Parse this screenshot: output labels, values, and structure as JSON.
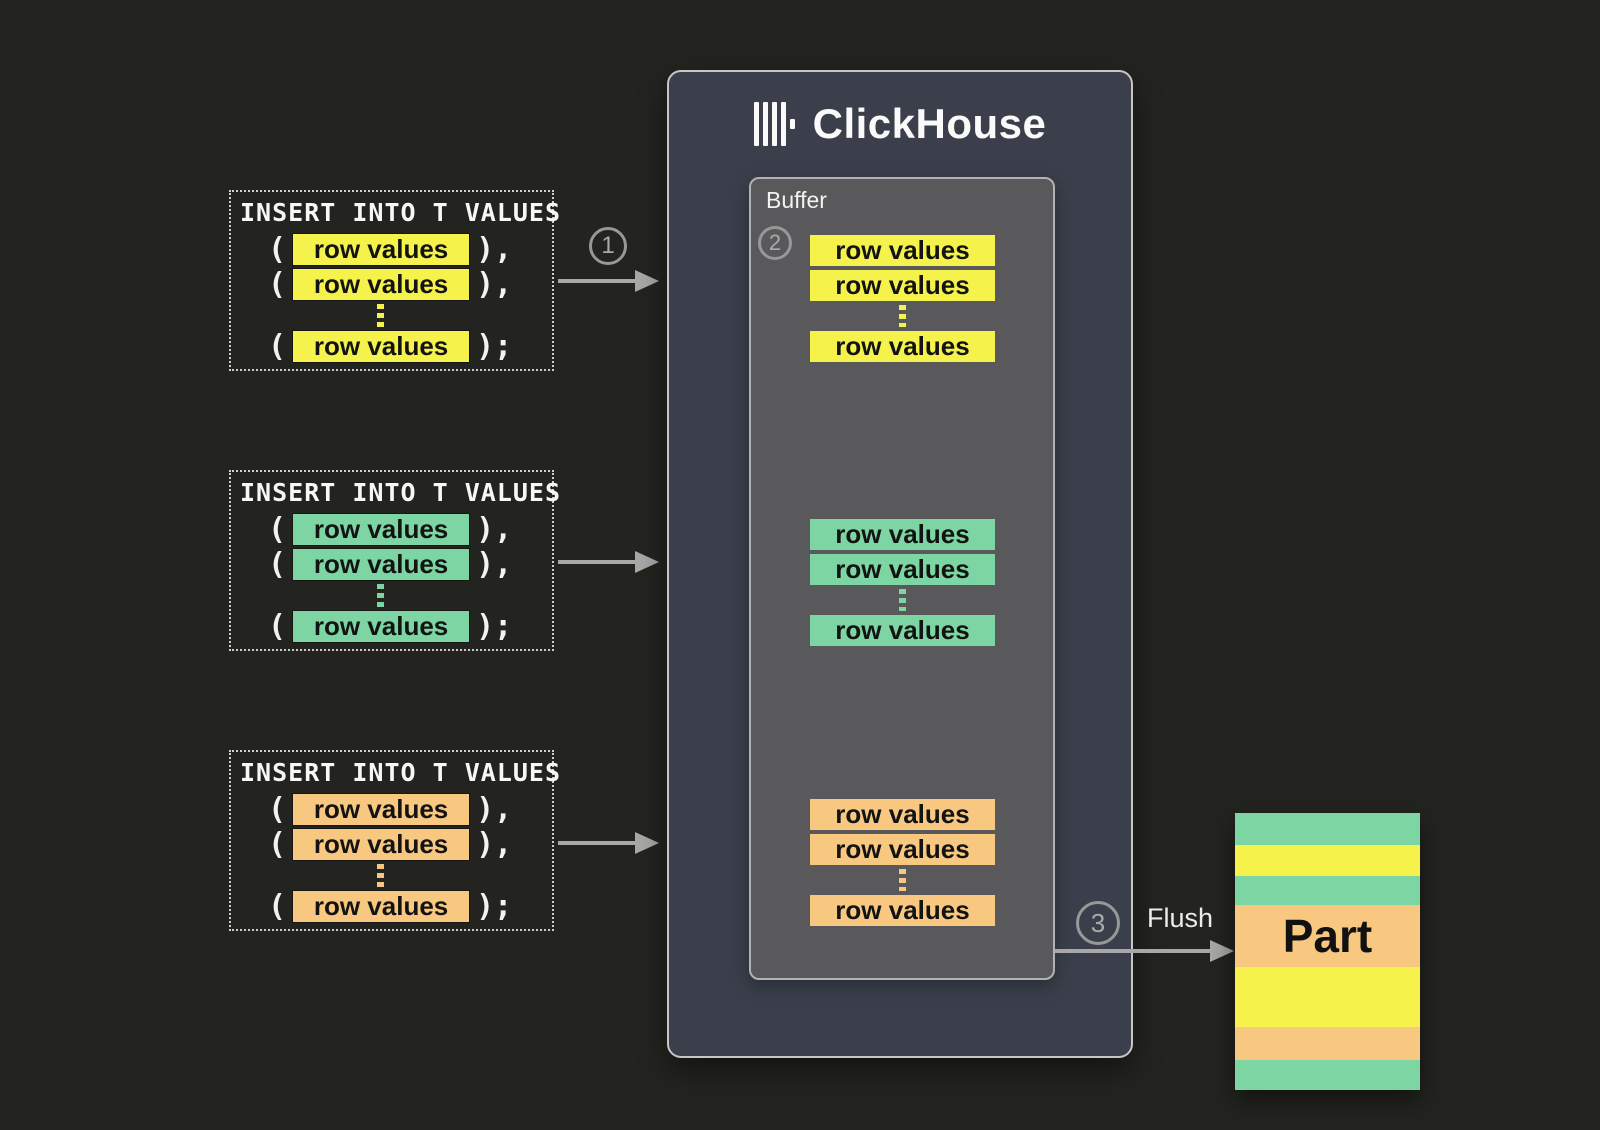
{
  "diagram": {
    "colors": {
      "background": "#23241f",
      "panel": "#3a3f4b",
      "buffer": "#59595b",
      "arrow": "#a8a8a8",
      "yellow": "#f6f24c",
      "green": "#7cd5a2",
      "orange": "#f8c880"
    },
    "syntax": {
      "open": "(",
      "sep": "),",
      "end": ");"
    },
    "inserts": [
      {
        "title": "INSERT INTO T VALUES",
        "color": "yellow",
        "rows": [
          "row values",
          "row values",
          "row values"
        ]
      },
      {
        "title": "INSERT INTO T VALUES",
        "color": "green",
        "rows": [
          "row values",
          "row values",
          "row values"
        ]
      },
      {
        "title": "INSERT INTO T VALUES",
        "color": "orange",
        "rows": [
          "row values",
          "row values",
          "row values"
        ]
      }
    ],
    "steps": [
      "1",
      "2",
      "3"
    ],
    "clickhouse": {
      "brand": "ClickHouse",
      "buffer_label": "Buffer",
      "buffer_groups": [
        {
          "color": "yellow",
          "rows": [
            "row values",
            "row values",
            "row values"
          ]
        },
        {
          "color": "green",
          "rows": [
            "row values",
            "row values",
            "row values"
          ]
        },
        {
          "color": "orange",
          "rows": [
            "row values",
            "row values",
            "row values"
          ]
        }
      ]
    },
    "flush_label": "Flush",
    "part": {
      "label": "Part",
      "stripes": [
        "green",
        "yellow",
        "green",
        "orange",
        "yellow",
        "orange",
        "green"
      ]
    }
  }
}
